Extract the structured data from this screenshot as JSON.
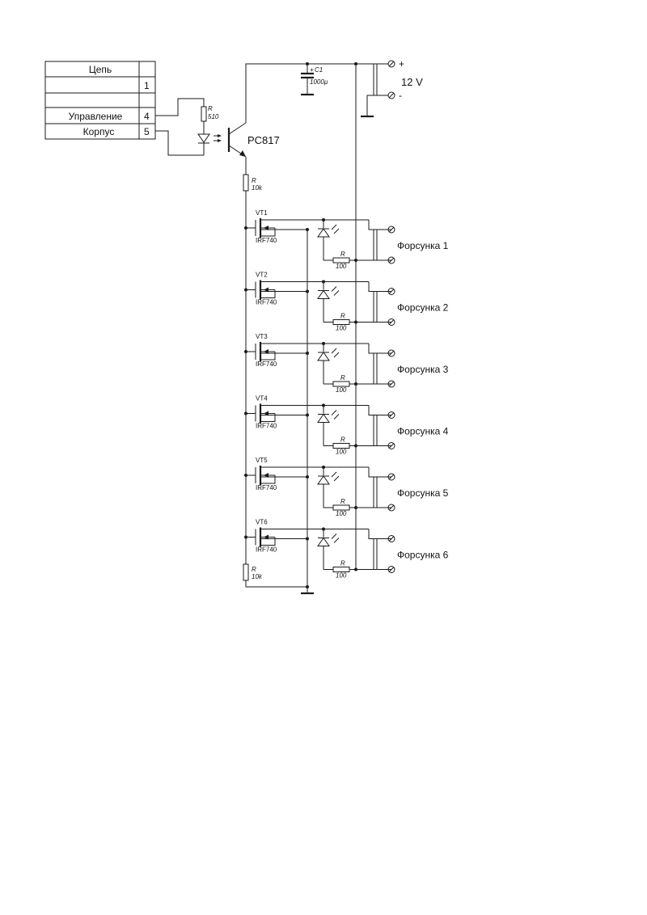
{
  "connector_table": {
    "rows": [
      {
        "name": "Цепь",
        "pin": ""
      },
      {
        "name": "",
        "pin": "1"
      },
      {
        "name": "",
        "pin": ""
      },
      {
        "name": "Управление",
        "pin": "4"
      },
      {
        "name": "Корпус",
        "pin": "5"
      }
    ]
  },
  "power": {
    "plus": "+",
    "minus": "-",
    "voltage": "12 V"
  },
  "capacitor": {
    "ref": "C1",
    "value": "1000µ",
    "polarity": "+"
  },
  "input_resistor": {
    "ref": "R",
    "value": "510"
  },
  "optocoupler": {
    "name": "PC817"
  },
  "top_resistor": {
    "ref": "R",
    "value": "10k"
  },
  "bottom_resistor": {
    "ref": "R",
    "value": "10k"
  },
  "channels": [
    {
      "vt": "VT1",
      "part": "IRF740",
      "r": "R",
      "rv": "100",
      "label": "Форсунка 1"
    },
    {
      "vt": "VT2",
      "part": "IRF740",
      "r": "R",
      "rv": "100",
      "label": "Форсунка 2"
    },
    {
      "vt": "VT3",
      "part": "IRF740",
      "r": "R",
      "rv": "100",
      "label": "Форсунка 3"
    },
    {
      "vt": "VT4",
      "part": "IRF740",
      "r": "R",
      "rv": "100",
      "label": "Форсунка 4"
    },
    {
      "vt": "VT5",
      "part": "IRF740",
      "r": "R",
      "rv": "100",
      "label": "Форсунка 5"
    },
    {
      "vt": "VT6",
      "part": "IRF740",
      "r": "R",
      "rv": "100",
      "label": "Форсунка 6"
    }
  ]
}
